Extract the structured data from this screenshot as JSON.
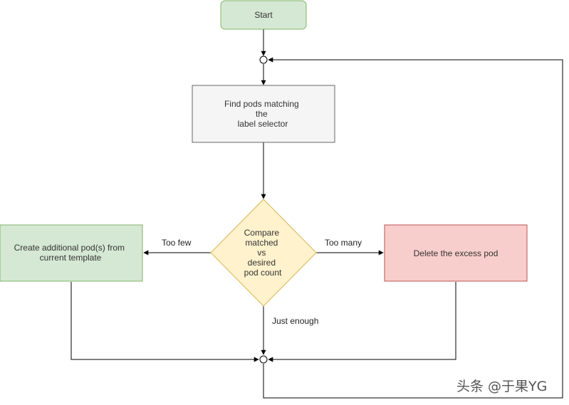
{
  "nodes": {
    "start": {
      "label": "Start",
      "fill": "#d5e8d4",
      "stroke": "#82b366"
    },
    "find_pods": {
      "lines": [
        "Find pods matching",
        "the",
        "label selector"
      ],
      "fill": "#f5f5f5",
      "stroke": "#666666"
    },
    "compare": {
      "lines": [
        "Compare",
        "matched",
        "vs",
        "desired",
        "pod count"
      ],
      "fill": "#fff2cc",
      "stroke": "#d6b656"
    },
    "create_pods": {
      "lines": [
        "Create additional pod(s) from",
        "current template"
      ],
      "fill": "#d5e8d4",
      "stroke": "#82b366"
    },
    "delete_pod": {
      "label": "Delete the excess pod",
      "fill": "#f8cecc",
      "stroke": "#b85450"
    }
  },
  "edges": {
    "too_few": "Too few",
    "too_many": "Too many",
    "just_enough": "Just enough"
  },
  "watermark": "头条 @于果YG"
}
